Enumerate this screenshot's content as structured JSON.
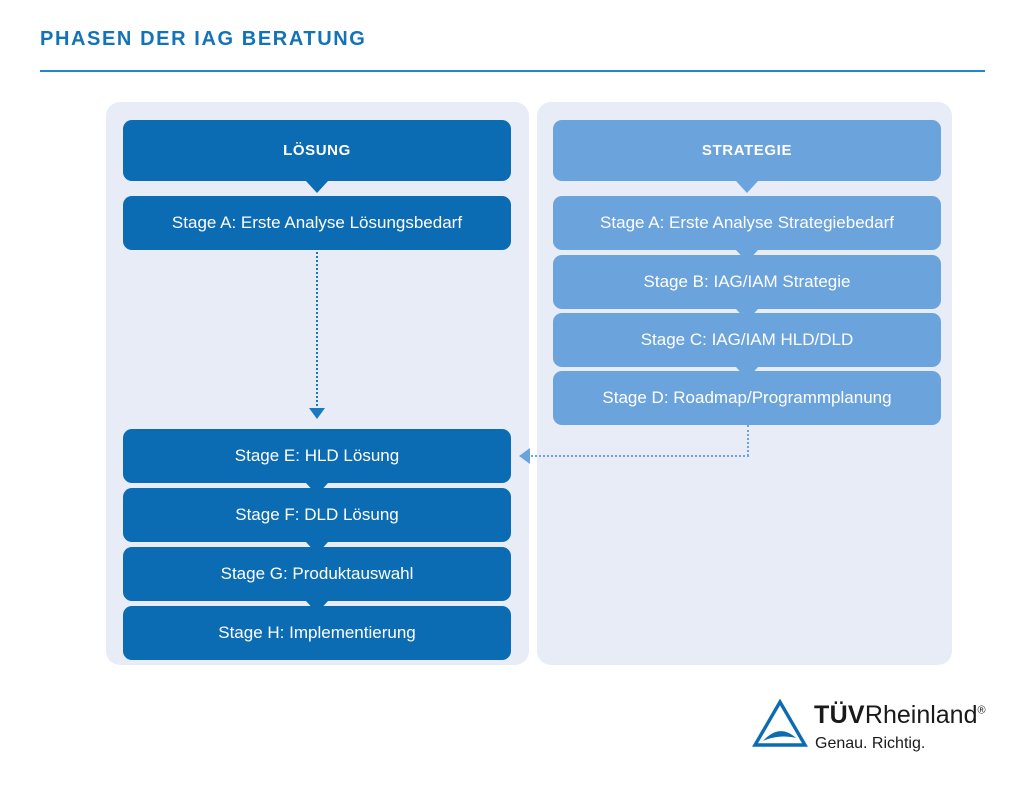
{
  "header": {
    "title": "PHASEN DER IAG BERATUNG",
    "accent_color": "#1273b8",
    "rule_color": "#1f87cc"
  },
  "colors": {
    "page_background": "#ffffff",
    "panel_background": "#e8ecf6",
    "box_dark_blue": "#0b6cb3",
    "box_light_blue": "#6ba3dd",
    "box_text": "#ffffff",
    "connector_dark": "#1a7ac0",
    "connector_light": "#6ba3dd"
  },
  "columns": [
    {
      "id": "loesung",
      "header": "LÖSUNG",
      "style": "dark",
      "stages": [
        {
          "label": "Stage A: Erste Analyse Lösungsbedarf"
        },
        {
          "label": "Stage E: HLD Lösung"
        },
        {
          "label": "Stage F: DLD Lösung"
        },
        {
          "label": "Stage G: Produktauswahl"
        },
        {
          "label": "Stage H: Implementierung"
        }
      ]
    },
    {
      "id": "strategie",
      "header": "STRATEGIE",
      "style": "light",
      "stages": [
        {
          "label": "Stage A: Erste Analyse Strategiebedarf"
        },
        {
          "label": "Stage B: IAG/IAM Strategie"
        },
        {
          "label": "Stage C: IAG/IAM HLD/DLD"
        },
        {
          "label": "Stage D: Roadmap/Programmplanung"
        }
      ]
    }
  ],
  "connectors": [
    {
      "id": "loesung-gap",
      "kind": "dotted-vertical-arrow",
      "from": "Stage A: Erste Analyse Lösungsbedarf",
      "to": "Stage E: HLD Lösung"
    },
    {
      "id": "strategie-to-loesung",
      "kind": "dotted-elbow-arrow",
      "from": "Stage D: Roadmap/Programmplanung",
      "to": "Stage E: HLD Lösung"
    }
  ],
  "logo": {
    "brand_bold": "TÜV",
    "brand_regular": "Rheinland",
    "registered_mark": "®",
    "tagline": "Genau. Richtig.",
    "mark_color": "#0b6cb3",
    "text_color": "#1a1a1a"
  }
}
